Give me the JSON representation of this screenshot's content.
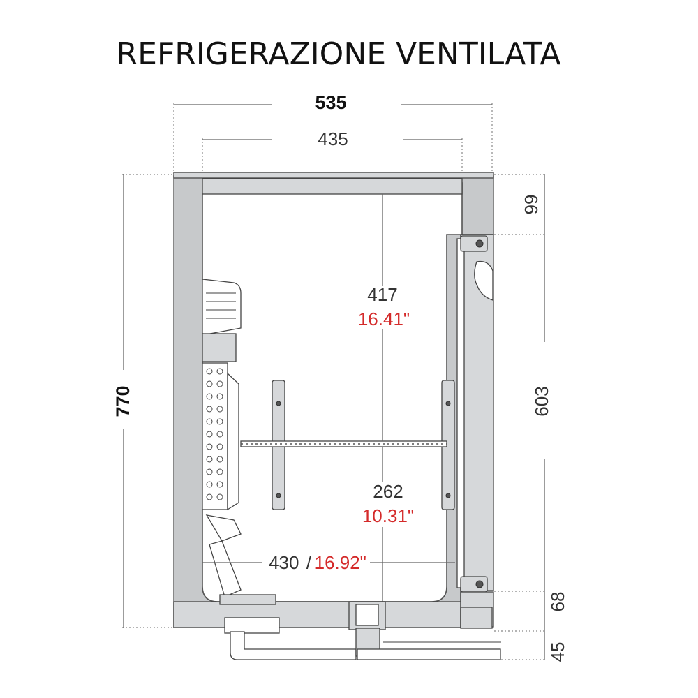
{
  "title": "REFRIGERAZIONE VENTILATA",
  "dimensions": {
    "overall_width": "535",
    "inner_width": "435",
    "overall_height": "770",
    "top_right": "99",
    "door_height": "603",
    "base_step": "68",
    "feet": "45",
    "interior_height_mm": "417",
    "interior_height_in": "16.41\"",
    "shelf_gap_mm": "262",
    "shelf_gap_in": "10.31\"",
    "depth_mm": "430",
    "depth_separator": "/",
    "depth_in": "16.92\""
  },
  "colors": {
    "wall": "#c7c9cb",
    "inch_text": "#d42a2a",
    "line": "#555555"
  }
}
